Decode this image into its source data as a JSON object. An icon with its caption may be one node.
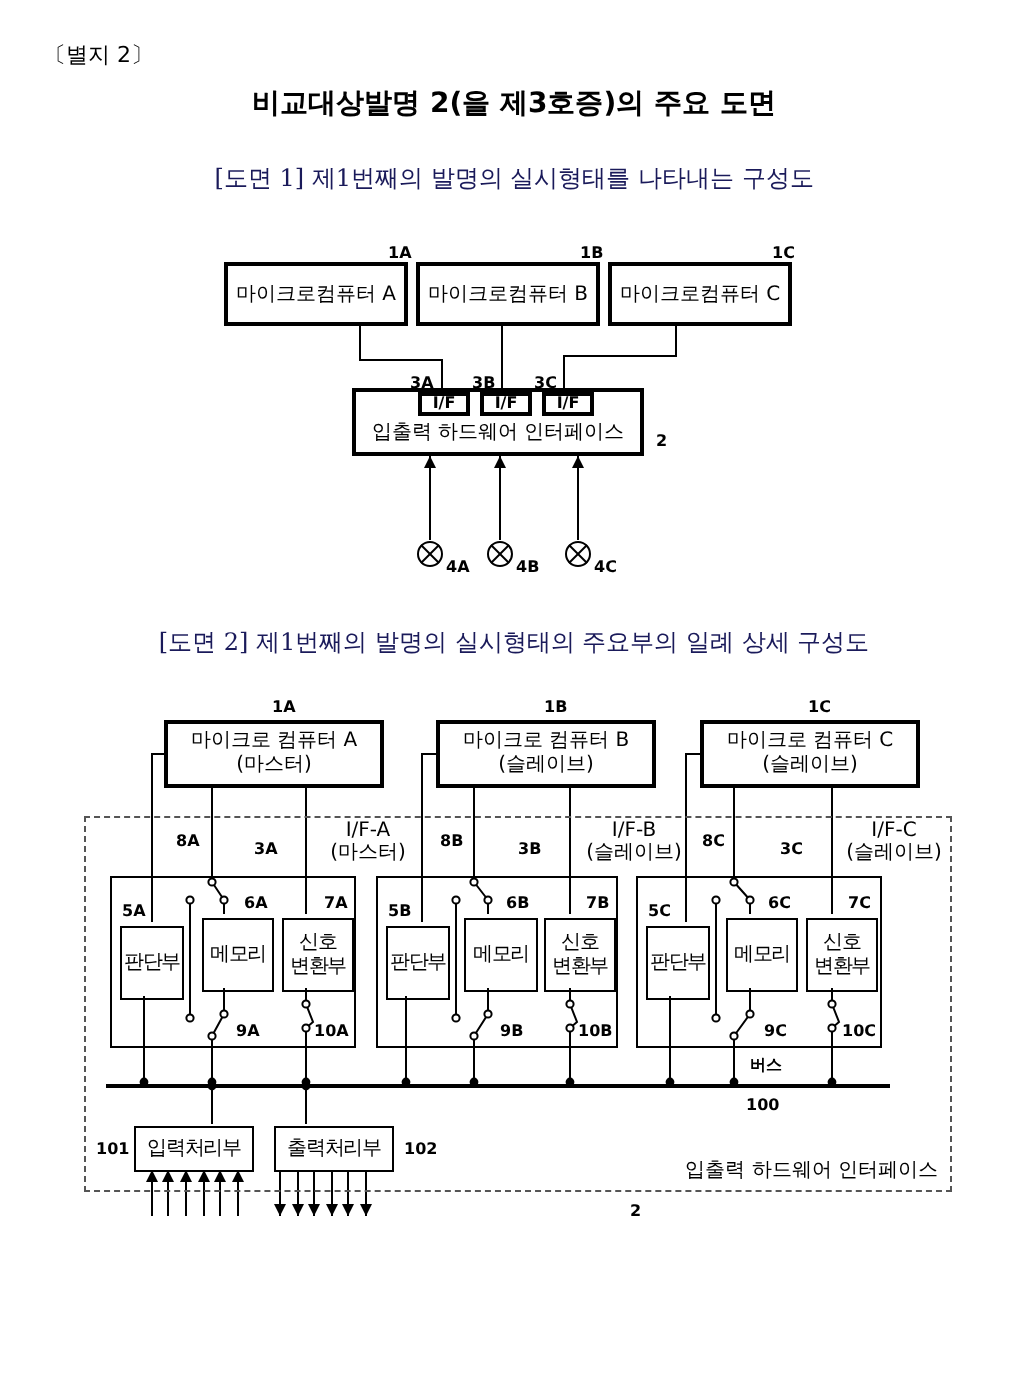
{
  "diagram": {
    "title": "비교대상발명 2(을 제3호증)의 주요 도면",
    "nodes": [
      {
        "text": [
          "마이크로컴퓨터 A"
        ],
        "beside": [
          "1A"
        ]
      },
      {
        "text": [
          "마이크로컴퓨터 B"
        ],
        "beside": [
          "1B"
        ]
      },
      {
        "text": [
          "마이크로컴퓨터 C"
        ],
        "beside": [
          "1C"
        ]
      },
      {
        "text": [
          "입출력 하드웨어 인터페이스"
        ],
        "beside": [
          "2"
        ]
      },
      {
        "text": [
          "I/F"
        ],
        "in": 3,
        "beside": [
          "3A"
        ]
      },
      {
        "text": [
          "I/F"
        ],
        "in": 3,
        "beside": [
          "3B"
        ]
      },
      {
        "text": [
          "I/F"
        ],
        "in": 3,
        "beside": [
          "3C"
        ]
      },
      {
        "text": [],
        "shape": "circle",
        "beside": [
          "4A"
        ]
      },
      {
        "text": [],
        "shape": "circle",
        "beside": [
          "4B"
        ]
      },
      {
        "text": [],
        "shape": "circle",
        "beside": [
          "4C"
        ]
      },
      {
        "text": [
          "마이크로 컴퓨터 A",
          "(마스터)"
        ],
        "beside": [
          "1A"
        ]
      },
      {
        "text": [
          "마이크로 컴퓨터 B",
          "(슬레이브)"
        ],
        "beside": [
          "1B"
        ]
      },
      {
        "text": [
          "마이크로 컴퓨터 C",
          "(슬레이브)"
        ],
        "beside": [
          "1C"
        ]
      },
      {
        "text": [
          "입출력 하드웨어 인터페이스"
        ],
        "beside": [
          "2"
        ]
      },
      {
        "text": [
          "I/F-A (마스터)"
        ],
        "in": 13,
        "beside": [
          "3A"
        ]
      },
      {
        "text": [
          "판단부"
        ],
        "in": 14,
        "beside": [
          "5A"
        ]
      },
      {
        "text": [
          "메모리"
        ],
        "in": 14,
        "beside": [
          "6A"
        ]
      },
      {
        "text": [
          "신호 변환부"
        ],
        "in": 14,
        "beside": [
          "7A"
        ]
      },
      {
        "text": [
          "I/F-B (슬레이브)"
        ],
        "in": 13,
        "beside": [
          "3B"
        ]
      },
      {
        "text": [
          "판단부"
        ],
        "in": 18,
        "beside": [
          "5B"
        ]
      },
      {
        "text": [
          "메모리"
        ],
        "in": 18,
        "beside": [
          "6B"
        ]
      },
      {
        "text": [
          "신호 변환부"
        ],
        "in": 18,
        "beside": [
          "7B"
        ]
      },
      {
        "text": [
          "I/F-C (슬레이브)"
        ],
        "in": 13,
        "beside": [
          "3C"
        ]
      },
      {
        "text": [
          "판단부"
        ],
        "in": 22,
        "beside": [
          "5C"
        ]
      },
      {
        "text": [
          "메모리"
        ],
        "in": 22,
        "beside": [
          "6C"
        ]
      },
      {
        "text": [
          "신호 변환부"
        ],
        "in": 22,
        "beside": [
          "7C"
        ]
      },
      {
        "text": [],
        "shape": "bar",
        "in": 13,
        "beside": [
          "버스",
          "100"
        ]
      },
      {
        "text": [
          "입력처리부"
        ],
        "in": 13,
        "beside": [
          "101"
        ]
      },
      {
        "text": [
          "출력처리부"
        ],
        "in": 13,
        "beside": [
          "102"
        ]
      }
    ],
    "edges": [
      {
        "from": 0,
        "to": 4,
        "arrow": "none"
      },
      {
        "from": 1,
        "to": 5,
        "arrow": "none"
      },
      {
        "from": 2,
        "to": 6,
        "arrow": "none"
      },
      {
        "from": 7,
        "to": 3,
        "arrow": "to"
      },
      {
        "from": 8,
        "to": 3,
        "arrow": "to"
      },
      {
        "from": 9,
        "to": 3,
        "arrow": "to"
      },
      {
        "from": 10,
        "to": 15,
        "arrow": "none"
      },
      {
        "from": 10,
        "to": 16,
        "arrow": "none"
      },
      {
        "from": 10,
        "to": 17,
        "arrow": "none"
      },
      {
        "from": 11,
        "to": 19,
        "arrow": "none"
      },
      {
        "from": 11,
        "to": 20,
        "arrow": "none"
      },
      {
        "from": 11,
        "to": 21,
        "arrow": "none"
      },
      {
        "from": 12,
        "to": 23,
        "arrow": "none"
      },
      {
        "from": 12,
        "to": 24,
        "arrow": "none"
      },
      {
        "from": 12,
        "to": 25,
        "arrow": "none"
      },
      {
        "from": 15,
        "to": 26,
        "arrow": "other"
      },
      {
        "from": 16,
        "to": 26,
        "arrow": "other"
      },
      {
        "from": 17,
        "to": 26,
        "arrow": "other"
      },
      {
        "from": 19,
        "to": 26,
        "arrow": "other"
      },
      {
        "from": 20,
        "to": 26,
        "arrow": "other"
      },
      {
        "from": 21,
        "to": 26,
        "arrow": "other"
      },
      {
        "from": 23,
        "to": 26,
        "arrow": "other"
      },
      {
        "from": 24,
        "to": 26,
        "arrow": "other"
      },
      {
        "from": 25,
        "to": 26,
        "arrow": "other"
      },
      {
        "from": 27,
        "to": 26,
        "arrow": "other"
      },
      {
        "from": 28,
        "to": 26,
        "arrow": "other"
      },
      {
        "from": null,
        "to": 27,
        "arrow": "to"
      },
      {
        "from": null,
        "to": 27,
        "arrow": "to"
      },
      {
        "from": null,
        "to": 27,
        "arrow": "to"
      },
      {
        "from": null,
        "to": 27,
        "arrow": "to"
      },
      {
        "from": null,
        "to": 27,
        "arrow": "to"
      },
      {
        "from": null,
        "to": 27,
        "arrow": "to"
      },
      {
        "from": 28,
        "to": null,
        "arrow": "to"
      },
      {
        "from": 28,
        "to": null,
        "arrow": "to"
      },
      {
        "from": 28,
        "to": null,
        "arrow": "to"
      },
      {
        "from": 28,
        "to": null,
        "arrow": "to"
      },
      {
        "from": 28,
        "to": null,
        "arrow": "to"
      },
      {
        "from": 28,
        "to": null,
        "arrow": "to"
      }
    ],
    "labels": [
      "〔별지 2〕",
      "[도면 1] 제1번째의 발명의 실시형태를 나타내는 구성도",
      "[도면 2] 제1번째의 발명의 실시형태의 주요부의 일례 상세 구성도",
      "8A",
      "8B",
      "8C",
      "9A",
      "10A",
      "9B",
      "10B",
      "9C",
      "10C"
    ]
  }
}
